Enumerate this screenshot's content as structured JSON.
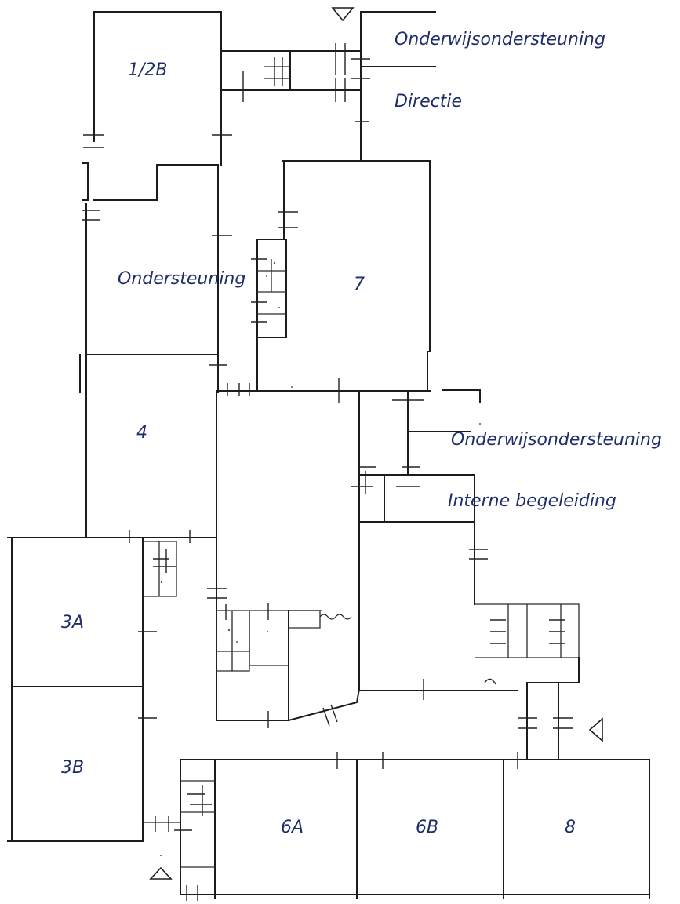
{
  "rooms": {
    "r_12b": "1/2B",
    "r_onderwijs_top": "Onderwijsondersteuning",
    "r_directie": "Directie",
    "r_ondersteuning": "Ondersteuning",
    "r_7": "7",
    "r_4": "4",
    "r_onderwijs_mid": "Onderwijsondersteuning",
    "r_ib": "Interne begeleiding",
    "r_3a": "3A",
    "r_3b": "3B",
    "r_6a": "6A",
    "r_6b": "6B",
    "r_8": "8"
  },
  "entrances": [
    "entrance-top",
    "entrance-right",
    "entrance-bottom"
  ],
  "colors": {
    "label": "#1f2d6b",
    "wall": "#1c1c1c"
  }
}
